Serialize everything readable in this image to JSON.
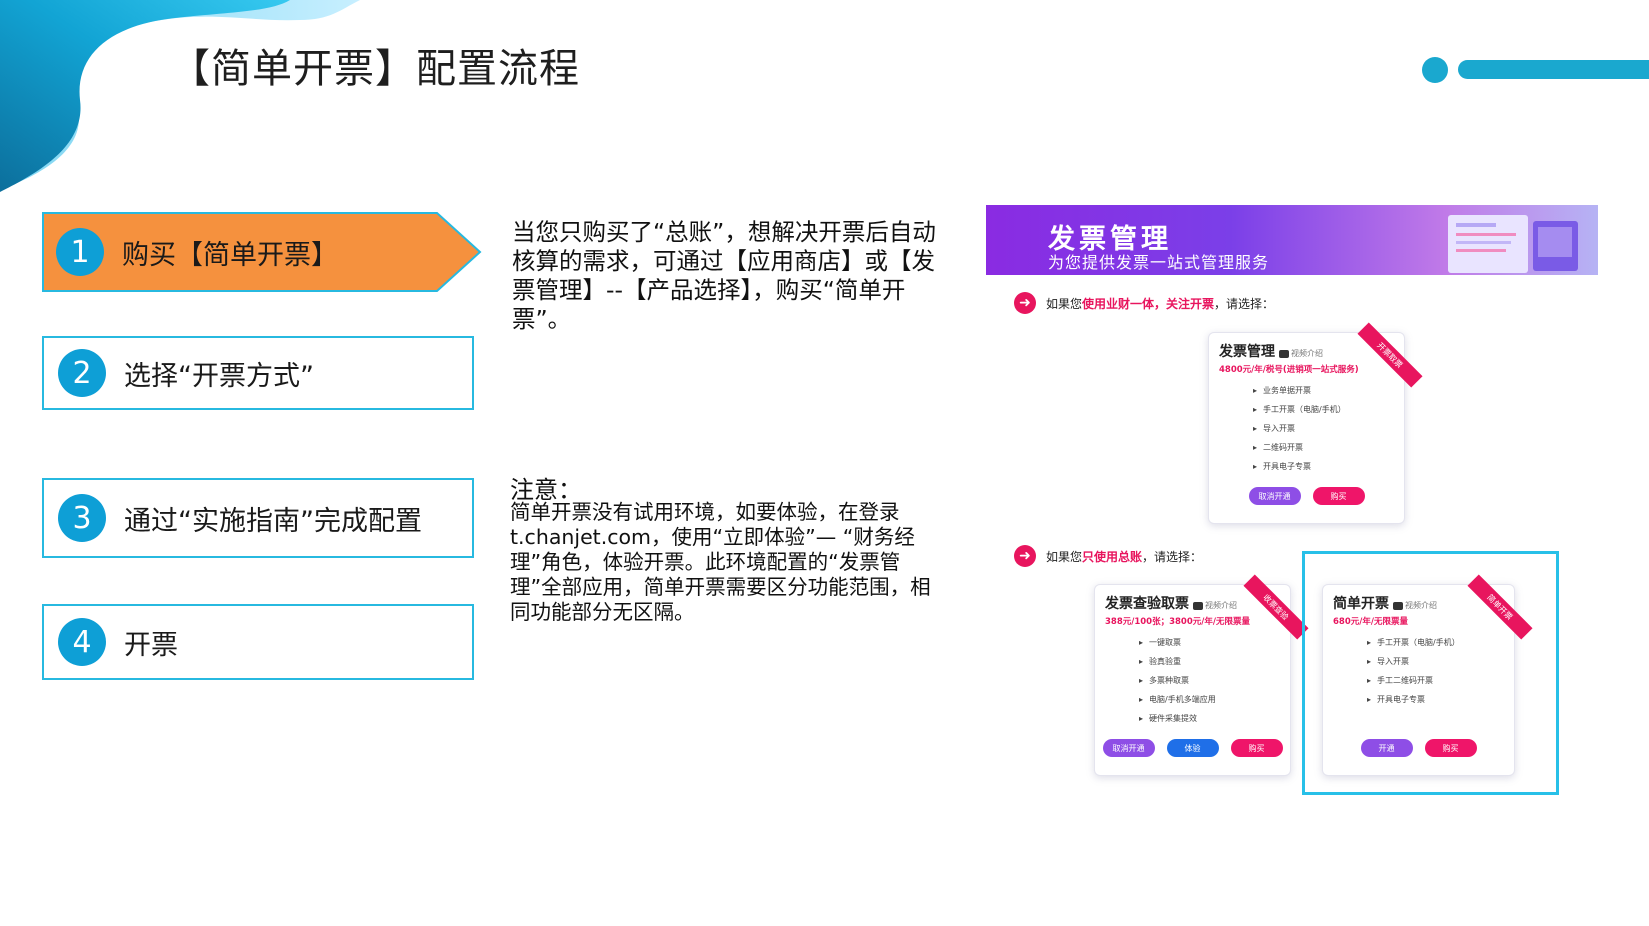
{
  "title": "【简单开票】配置流程",
  "steps": [
    {
      "num": "1",
      "label": "购买【简单开票】"
    },
    {
      "num": "2",
      "label": "选择“开票方式”"
    },
    {
      "num": "3",
      "label": "通过“实施指南”完成配置"
    },
    {
      "num": "4",
      "label": "开票"
    }
  ],
  "description": "当您只购买了“总账”，想解决开票后自动核算的需求，可通过【应用商店】或【发票管理】--【产品选择】，购买“简单开票”。",
  "note": {
    "title": "注意：",
    "body": "简单开票没有试用环境，如要体验，在登录t.chanjet.com，使用“立即体验”— “财务经理”角色，体验开票。此环境配置的“发票管理”全部应用，简单开票需要区分功能范围，相同功能部分无区隔。"
  },
  "screenshot": {
    "banner": {
      "title": "发票管理",
      "subtitle": "为您提供发票一站式管理服务"
    },
    "prompt1": {
      "prefix": "如果您",
      "highlight": "使用业财一体，关注开票",
      "suffix": "，请选择："
    },
    "prompt2": {
      "prefix": "如果您",
      "highlight": "只使用总账",
      "suffix": "，请选择："
    },
    "cards": [
      {
        "title": "发票管理",
        "video": "视频介绍",
        "price": "4800元/年/税号(进销项一站式服务)",
        "ribbon": "开票取票",
        "items": [
          "业务单据开票",
          "手工开票（电脑/手机）",
          "导入开票",
          "二维码开票",
          "开具电子专票"
        ],
        "buttons": [
          "取消开通",
          "购买"
        ]
      },
      {
        "title": "发票查验取票",
        "video": "视频介绍",
        "price": "388元/100张；3800元/年/无限票量",
        "ribbon": "收票查验",
        "items": [
          "一键取票",
          "验真验重",
          "多票种取票",
          "电脑/手机多端应用",
          "硬件采集提效"
        ],
        "buttons": [
          "取消开通",
          "体验",
          "购买"
        ]
      },
      {
        "title": "简单开票",
        "video": "视频介绍",
        "price": "680元/年/无限票量",
        "ribbon": "简单开票",
        "items": [
          "手工开票（电脑/手机）",
          "导入开票",
          "手工二维码开票",
          "开具电子专票"
        ],
        "buttons": [
          "开通",
          "购买"
        ]
      }
    ]
  },
  "colors": {
    "accent": "#0e9fd6",
    "step_border": "#27b9e0",
    "active_step": "#f5913e",
    "highlight": "#e8155e",
    "banner_purple": "#8a2be2"
  }
}
